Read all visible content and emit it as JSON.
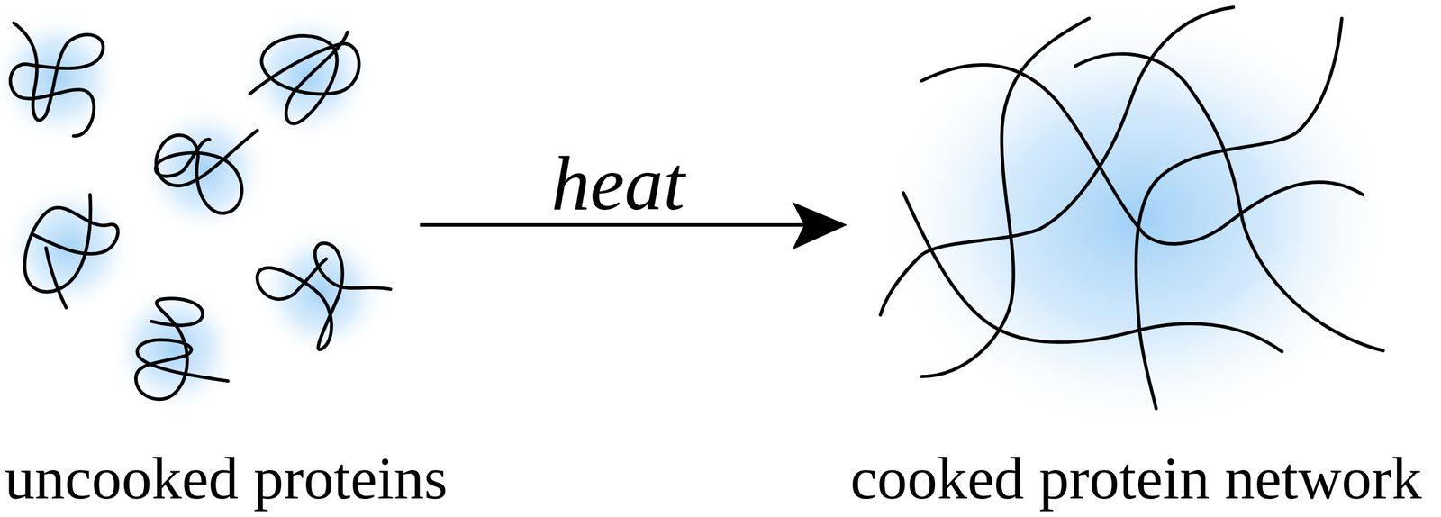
{
  "diagram": {
    "labels": [
      "heat",
      "uncooked proteins",
      "cooked protein network"
    ]
  }
}
